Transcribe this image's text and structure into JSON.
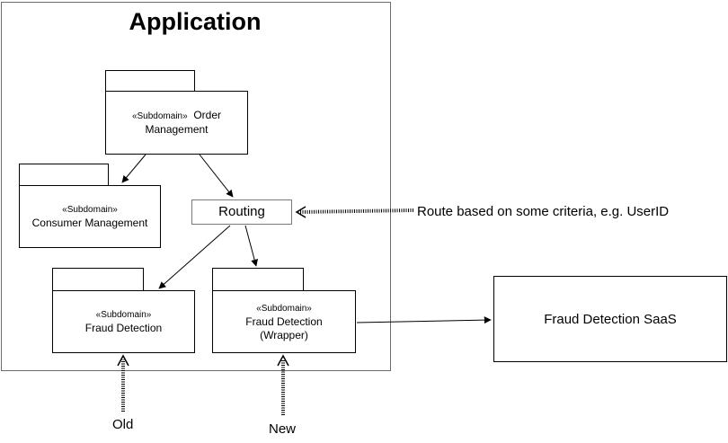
{
  "application": {
    "title": "Application"
  },
  "packages": {
    "order_management": {
      "stereotype": "«Subdomain»",
      "name_line1": "Order",
      "name_line2": "Management"
    },
    "consumer_management": {
      "stereotype": "«Subdomain»",
      "name_line1": "Consumer Management"
    },
    "fraud_detection": {
      "stereotype": "«Subdomain»",
      "name_line1": "Fraud Detection"
    },
    "fraud_detection_wrapper": {
      "stereotype": "«Subdomain»",
      "name_line1": "Fraud Detection",
      "name_line2": "(Wrapper)"
    }
  },
  "routing": {
    "label": "Routing",
    "note": "Route based on some criteria, e.g. UserID"
  },
  "external": {
    "saas_label": "Fraud Detection SaaS"
  },
  "markers": {
    "old_label": "Old",
    "new_label": "New"
  }
}
